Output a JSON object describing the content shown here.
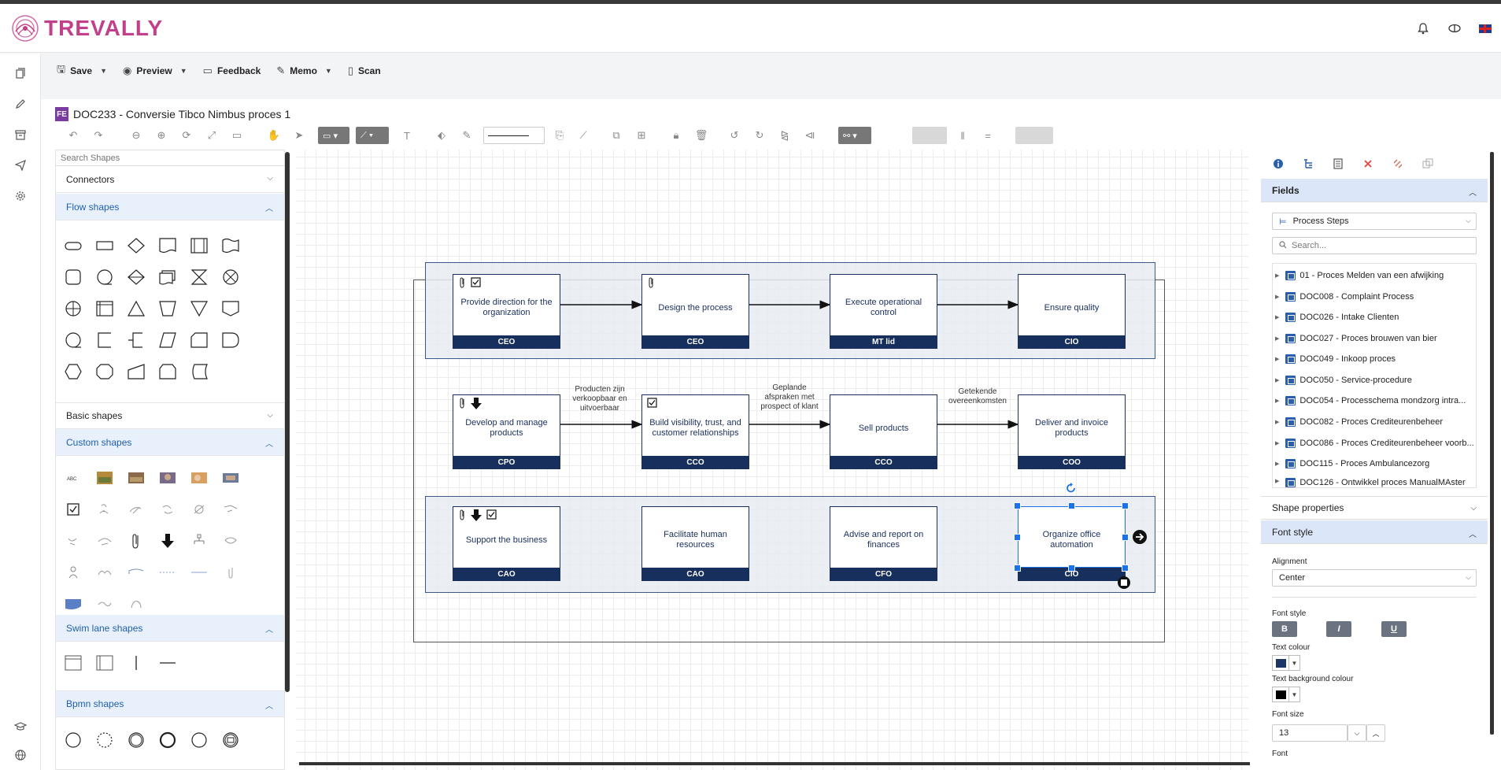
{
  "app": {
    "brand": "TREVALLY",
    "brand_color": "#c2408a"
  },
  "toolbar": {
    "save_label": "Save",
    "preview_label": "Preview",
    "feedback_label": "Feedback",
    "memo_label": "Memo",
    "scan_label": "Scan"
  },
  "document": {
    "icon_text": "FE",
    "title": "DOC233 - Conversie Tibco Nimbus proces 1"
  },
  "shapes_panel": {
    "search_placeholder": "Search Shapes",
    "sections": {
      "connectors": "Connectors",
      "flow": "Flow shapes",
      "basic": "Basic shapes",
      "custom": "Custom shapes",
      "swimlane": "Swim lane shapes",
      "bpmn": "Bpmn shapes"
    }
  },
  "diagram": {
    "boxes": [
      {
        "text": "Provide direction for the organization",
        "role": "CEO"
      },
      {
        "text": "Design the process",
        "role": "CEO"
      },
      {
        "text": "Execute operational control",
        "role": "MT lid"
      },
      {
        "text": "Ensure quality",
        "role": "CIO"
      },
      {
        "text": "Develop and manage products",
        "role": "CPO"
      },
      {
        "text": "Build visibility, trust, and customer relationships",
        "role": "CCO"
      },
      {
        "text": "Sell products",
        "role": "CCO"
      },
      {
        "text": "Deliver and invoice products",
        "role": "COO"
      },
      {
        "text": "Support the business",
        "role": "CAO"
      },
      {
        "text": "Facilitate human resources",
        "role": "CAO"
      },
      {
        "text": "Advise and report on finances",
        "role": "CFO"
      },
      {
        "text": "Organize office automation",
        "role": "CIO"
      }
    ],
    "annotations": [
      "Producten zijn verkoopbaar en uitvoerbaar",
      "Geplande afspraken met prospect of klant",
      "Getekende overeenkomsten"
    ],
    "role_bar_color": "#162f5c"
  },
  "right_panel": {
    "fields_label": "Fields",
    "dropdown_value": "Process Steps",
    "search_placeholder": "Search...",
    "tree": [
      "01 - Proces Melden van een afwijking",
      "DOC008 - Complaint Process",
      "DOC026 - Intake Clienten",
      "DOC027 - Proces brouwen van bier",
      "DOC049 - Inkoop proces",
      "DOC050 - Service-procedure",
      "DOC054 - Processchema mondzorg intra...",
      "DOC082 - Proces Crediteurenbeheer",
      "DOC086 - Proces Crediteurenbeheer voorb...",
      "DOC115 - Proces Ambulancezorg",
      "DOC126 - Ontwikkel proces ManualMAster"
    ],
    "shape_properties_label": "Shape properties",
    "font_style_section": "Font style",
    "alignment_label": "Alignment",
    "alignment_value": "Center",
    "font_style_label": "Font style",
    "bold": "B",
    "italic": "I",
    "underline": "U",
    "text_colour_label": "Text colour",
    "text_colour": "#1a3566",
    "text_bg_label": "Text background colour",
    "text_bg_colour": "#000000",
    "font_size_label": "Font size",
    "font_size_value": "13",
    "font_label": "Font"
  }
}
